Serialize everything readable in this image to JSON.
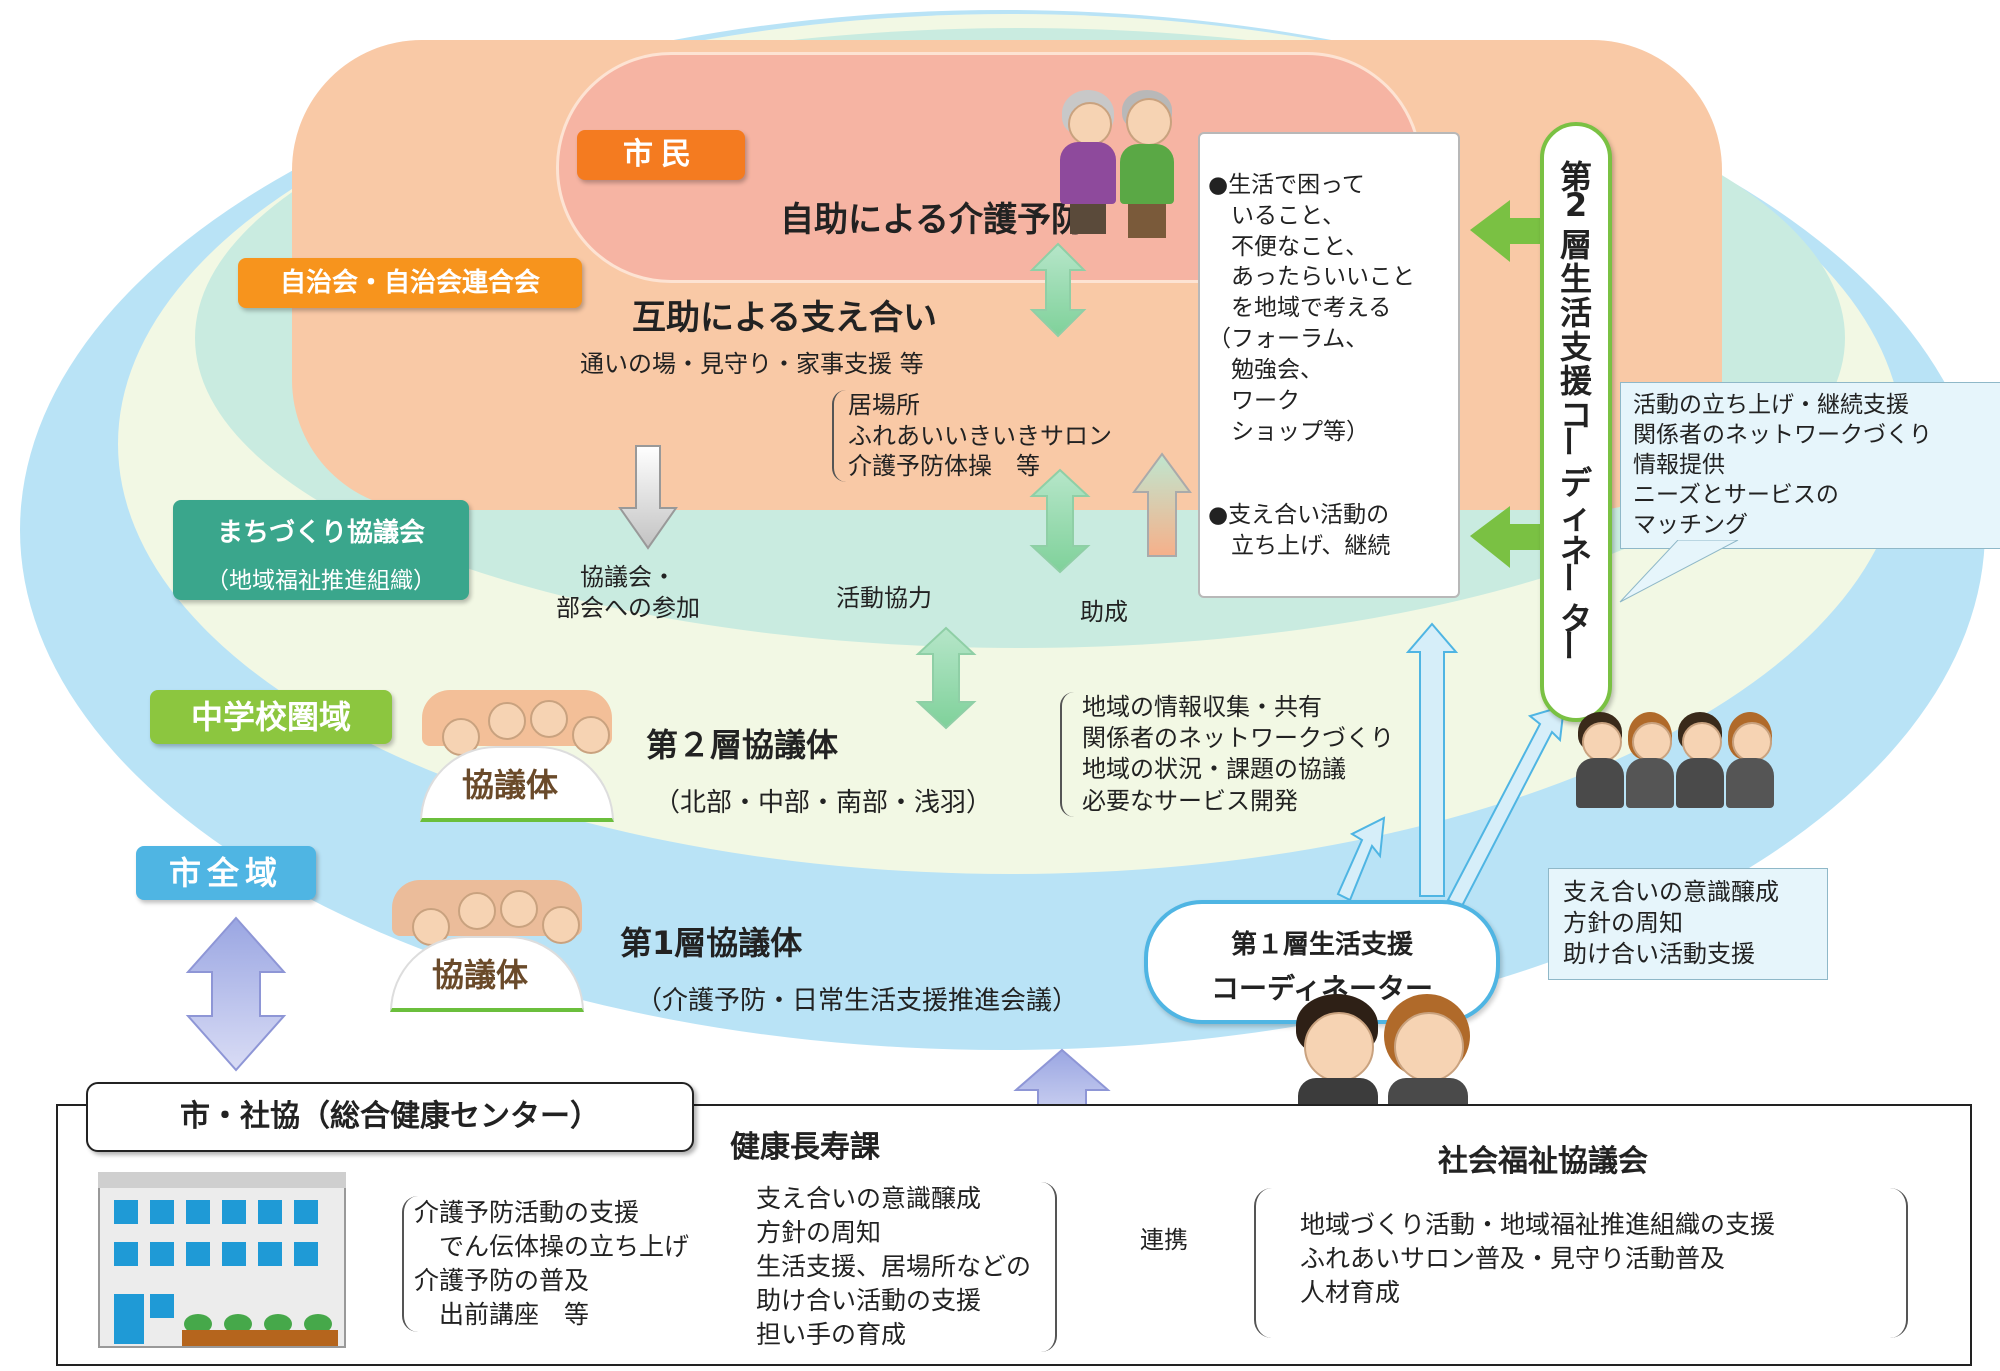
{
  "labels": {
    "shimin": "市民",
    "jijokai": "自治会・自治会連合会",
    "machizukuri": "まちづくり協議会",
    "machizukuri_sub": "（地域福祉推進組織）",
    "chugaku": "中学校圏域",
    "shizen": "市全域"
  },
  "self_help": "自助による介護予防",
  "mutual": {
    "title": "互助による支え合い",
    "sub": "通いの場・見守り・家事支援 等",
    "examples": "居場所\nふれあいいきいきサロン\n介護予防体操　等"
  },
  "flows": {
    "participation": "協議会・\n部会への参加",
    "cooperation": "活動協力",
    "subsidy": "助成"
  },
  "middle_box": {
    "text1": "●生活で困って\n　いること、\n　不便なこと、\n　あったらいいこと\n　を地域で考える\n（フォーラム、\n　勉強会、\n　ワーク\n　ショップ等）",
    "text2": "●支え合い活動の\n　立ち上げ、継続"
  },
  "coordinator2": {
    "label_chars": [
      "第",
      "2",
      "層",
      "生",
      "活",
      "支",
      "援",
      "コ",
      "ー",
      "デ",
      "ィ",
      "ネ",
      "ー",
      "タ",
      "ー"
    ]
  },
  "callout2": "活動の立ち上げ・継続支援\n関係者のネットワークづくり\n情報提供\nニーズとサービスの\nマッチング",
  "council2": {
    "icon_label": "協議体",
    "title": "第２層協議体",
    "sub": "（北部・中部・南部・浅羽）",
    "tasks": "地域の情報収集・共有\n関係者のネットワークづくり\n地域の状況・課題の協議\n必要なサービス開発"
  },
  "council1": {
    "icon_label": "協議体",
    "title": "第1層協議体",
    "sub": "（介護予防・日常生活支援推進会議）"
  },
  "coordinator1": {
    "line1": "第１層生活支援",
    "line2": "コーディネーター"
  },
  "callout1": "支え合いの意識醸成\n方針の周知\n助け合い活動支援",
  "bottom": {
    "title": "市・社協（総合健康センター）",
    "dept": "健康長寿課",
    "left_list": "介護予防活動の支援\n　でん伝体操の立ち上げ\n介護予防の普及\n　出前講座　等",
    "mid_list": "支え合いの意識醸成\n方針の周知\n生活支援、居場所などの\n助け合い活動の支援\n担い手の育成",
    "renkei": "連携",
    "council": "社会福祉協議会",
    "right_list": "地域づくり活動・地域福祉推進組織の支援\nふれあいサロン普及・見守り活動普及\n人材育成"
  },
  "colors": {
    "sky": "#b9e3f6",
    "green_band": "#c9ebe0",
    "cream": "#f2f8e4",
    "peach": "#f9c9a6",
    "pink": "#f6b4a3",
    "orange_tag": "#f47b20",
    "orange_tag2": "#f7941d",
    "teal_tag": "#3aa68c",
    "green_tag": "#8cc63f",
    "blue_tag": "#4fb5e3"
  }
}
